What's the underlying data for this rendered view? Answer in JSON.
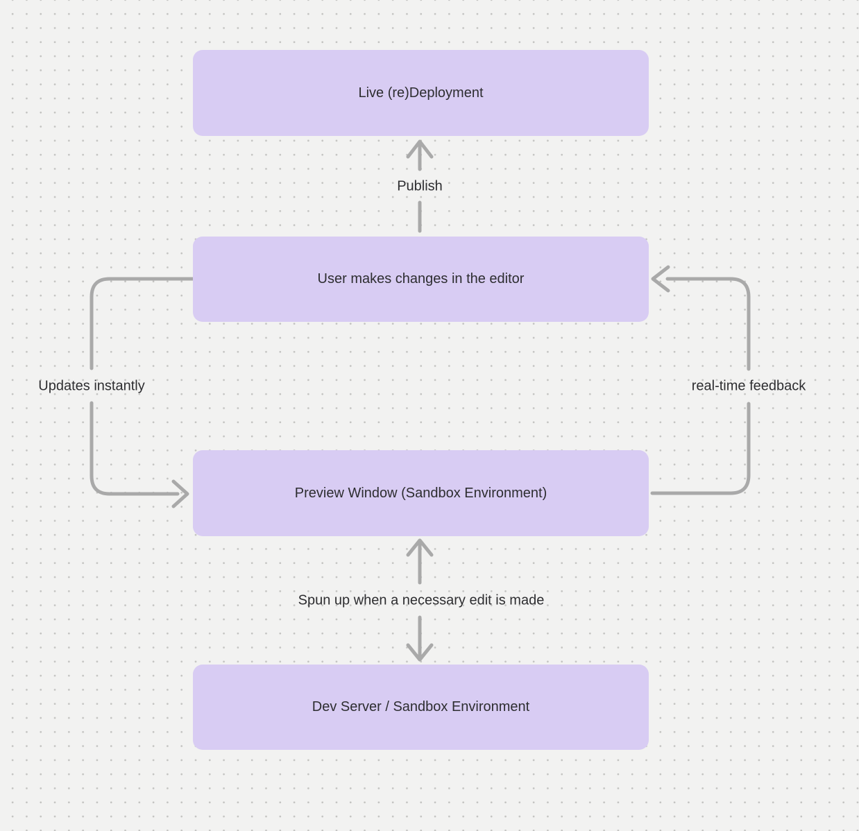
{
  "diagram": {
    "colors": {
      "canvas_background": "#f2f2f1",
      "dot_grid": "#c3c3c1",
      "node_fill": "#d8ccf3",
      "arrow_stroke": "#a9a9a9",
      "text": "#2d2d30"
    },
    "nodes": [
      {
        "id": "live-redeployment",
        "label": "Live (re)Deployment"
      },
      {
        "id": "user-editor",
        "label": "User makes changes in the editor"
      },
      {
        "id": "preview-window",
        "label": "Preview Window (Sandbox Environment)"
      },
      {
        "id": "dev-server",
        "label": "Dev Server / Sandbox Environment"
      }
    ],
    "edges": [
      {
        "id": "publish",
        "label": "Publish",
        "from": "user-editor",
        "to": "live-redeployment",
        "direction": "up"
      },
      {
        "id": "updates-instantly",
        "label": "Updates instantly",
        "from": "user-editor",
        "to": "preview-window",
        "direction": "left-loop"
      },
      {
        "id": "real-time-feedback",
        "label": "real-time feedback",
        "from": "preview-window",
        "to": "user-editor",
        "direction": "right-loop"
      },
      {
        "id": "spun-up",
        "label": "Spun up when a necessary edit is made",
        "from": "preview-window",
        "to": "dev-server",
        "direction": "bidirectional"
      }
    ]
  }
}
